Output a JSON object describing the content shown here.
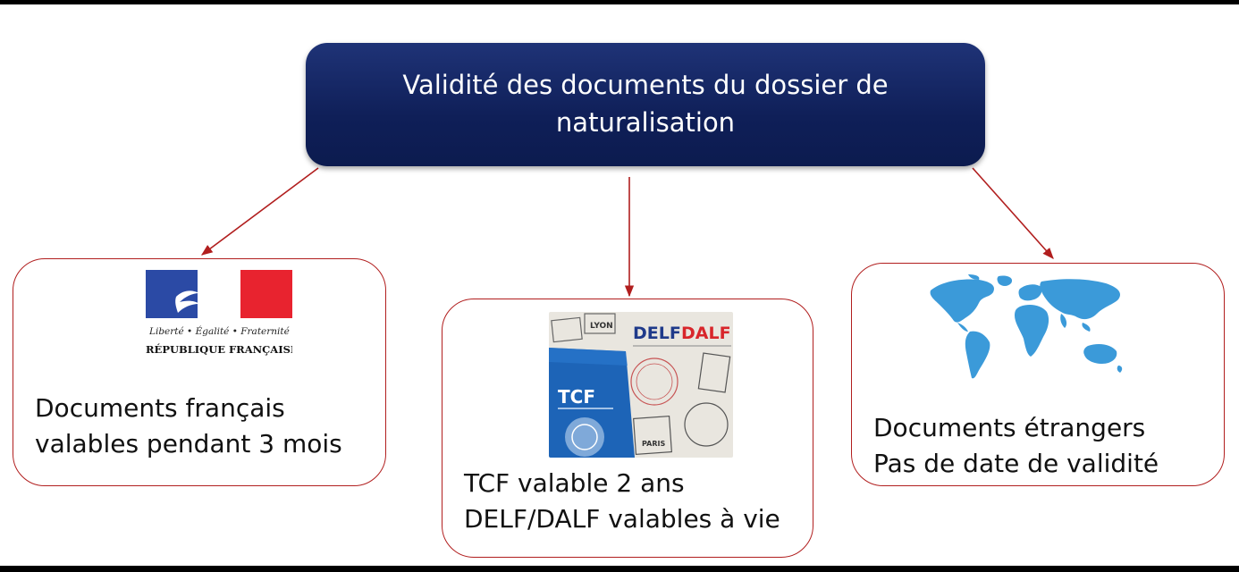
{
  "title": {
    "line1": "Validité des documents du dossier de",
    "line2": "naturalisation"
  },
  "cards": [
    {
      "id": "francais",
      "image": {
        "name": "republique-francaise-logo",
        "motto": "Liberté • Égalité • Fraternité",
        "brand": "RÉPUBLIQUE FRANÇAISE"
      },
      "lines": [
        "Documents français",
        "valables pendant 3 mois"
      ]
    },
    {
      "id": "tcf-delf",
      "image": {
        "name": "tcf-delf-dalf-photo",
        "tcf_label": "TCF",
        "delf_label": "DELF",
        "dalf_label": "DALF",
        "lyon_label": "LYON",
        "paris_label": "PARIS"
      },
      "lines": [
        "TCF valable 2 ans",
        "DELF/DALF valables à vie"
      ]
    },
    {
      "id": "etrangers",
      "image": {
        "name": "world-map-icon"
      },
      "lines": [
        "Documents étrangers",
        "Pas de date de validité"
      ]
    }
  ],
  "colors": {
    "title_bg": "#0f1f58",
    "card_border": "#b11e1e",
    "arrow": "#b11e1e",
    "map": "#3b9ad9",
    "flag_blue": "#2b4aa5",
    "flag_red": "#e8232f"
  }
}
